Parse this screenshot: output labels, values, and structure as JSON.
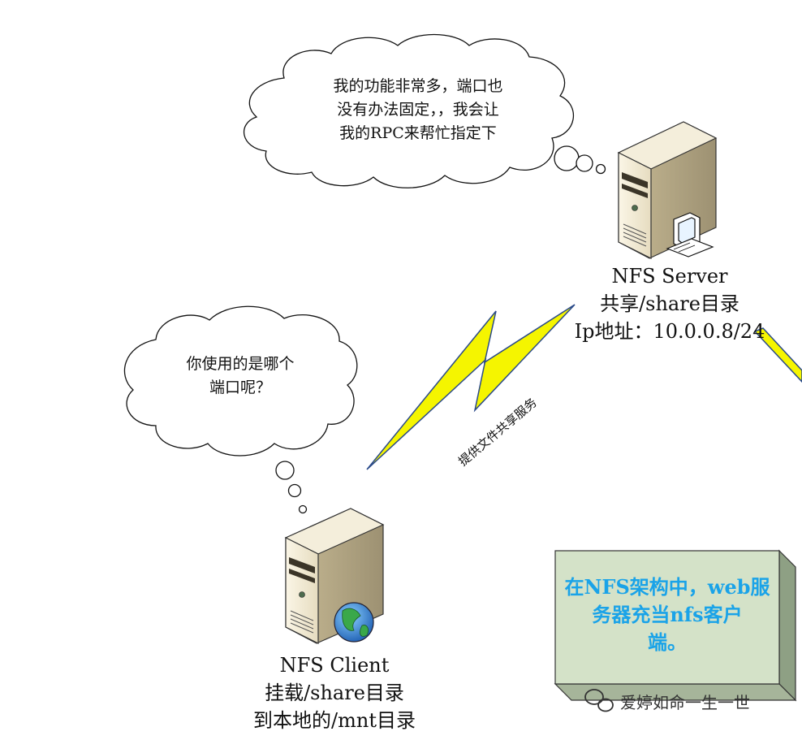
{
  "server": {
    "name": "NFS Server",
    "share": "共享/share目录",
    "ip": "Ip地址：10.0.0.8/24"
  },
  "client": {
    "name": "NFS Client",
    "mount": "挂载/share目录",
    "target": "到本地的/mnt目录"
  },
  "server_bubble": {
    "line1": "我的功能非常多，端口也",
    "line2": "没有办法固定，，我会让",
    "line3": "我的RPC来帮忙指定下"
  },
  "client_bubble": {
    "line1": "你使用的是哪个",
    "line2": "端口呢？"
  },
  "link_label": "提供文件共享服务",
  "note": {
    "line1": "在NFS架构中，web服",
    "line2": "务器充当nfs客户",
    "line3": "端。"
  },
  "watermark": "爱婷如命一生一世",
  "colors": {
    "note_text": "#1aa3e8",
    "note_fill": "#d4e2c8",
    "lightning_fill": "#f5f500",
    "lightning_stroke": "#2a4a8a"
  },
  "icons": {
    "server": "server-tower-icon",
    "workstation": "workstation-icon",
    "globe": "globe-icon",
    "wechat": "wechat-icon"
  }
}
